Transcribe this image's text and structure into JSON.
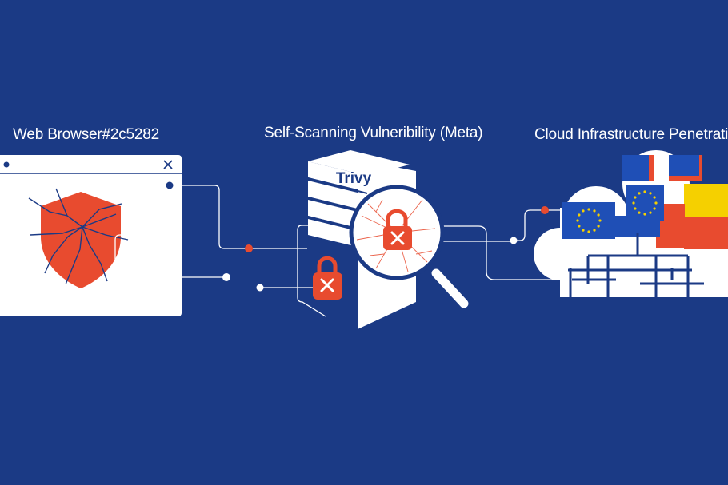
{
  "labels": {
    "browser": "Web Browser#2c5282",
    "scan": "Self-Scanning Vulneribility (Meta)",
    "cloud": "Cloud Infrastructure Penetratio"
  },
  "server": {
    "name": "Trivy"
  },
  "icons": {
    "browser_close": "close-icon",
    "shield": "cracked-shield-icon",
    "lock": "padlock-icon",
    "magnifier": "magnifying-glass-icon",
    "cloud": "cloud-icon"
  },
  "colors": {
    "background": "#1b3a85",
    "accent": "#e84b2f",
    "line": "#ffffff",
    "eu_blue": "#1f4fb6",
    "eu_star": "#f5d000"
  }
}
